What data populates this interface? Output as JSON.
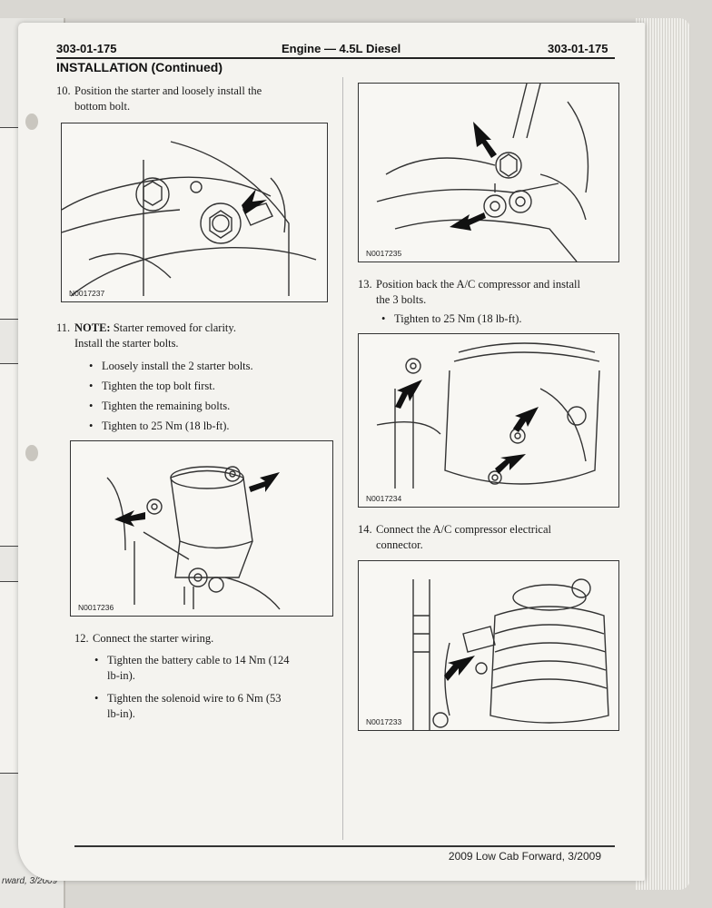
{
  "header": {
    "left_code": "303-01-175",
    "center_title": "Engine — 4.5L Diesel",
    "right_code": "303-01-175"
  },
  "section_title": "INSTALLATION (Continued)",
  "left_column": {
    "step10": {
      "number": "10.",
      "line1": "Position the starter and loosely install the",
      "line2": "bottom bolt.",
      "figure_id": "N0017237"
    },
    "step11": {
      "number": "11.",
      "note_label": "NOTE:",
      "note_text": " Starter removed for clarity.",
      "instruction": "Install the starter bolts.",
      "bullets": [
        "Loosely install the 2 starter bolts.",
        "Tighten the top bolt first.",
        "Tighten the remaining bolts.",
        "Tighten to 25 Nm (18 lb-ft)."
      ],
      "figure_id": "N0017236"
    },
    "step12": {
      "number": "12.",
      "line1": "Connect the starter wiring.",
      "bullets": [
        {
          "line1": "Tighten the battery cable to 14 Nm (124",
          "line2": "lb-in)."
        },
        {
          "line1": "Tighten the solenoid wire to 6 Nm (53",
          "line2": "lb-in)."
        }
      ]
    }
  },
  "right_column": {
    "top_figure_id": "N0017235",
    "step13": {
      "number": "13.",
      "line1": "Position back the A/C compressor and install",
      "line2": "the 3 bolts.",
      "bullet": "Tighten to 25 Nm (18 lb-ft).",
      "figure_id": "N0017234"
    },
    "step14": {
      "number": "14.",
      "line1": "Connect the A/C compressor electrical",
      "line2": "connector.",
      "figure_id": "N0017233"
    }
  },
  "footer": "2009 Low Cab Forward, 3/2009",
  "prev_page_footer": "rward, 3/2009"
}
